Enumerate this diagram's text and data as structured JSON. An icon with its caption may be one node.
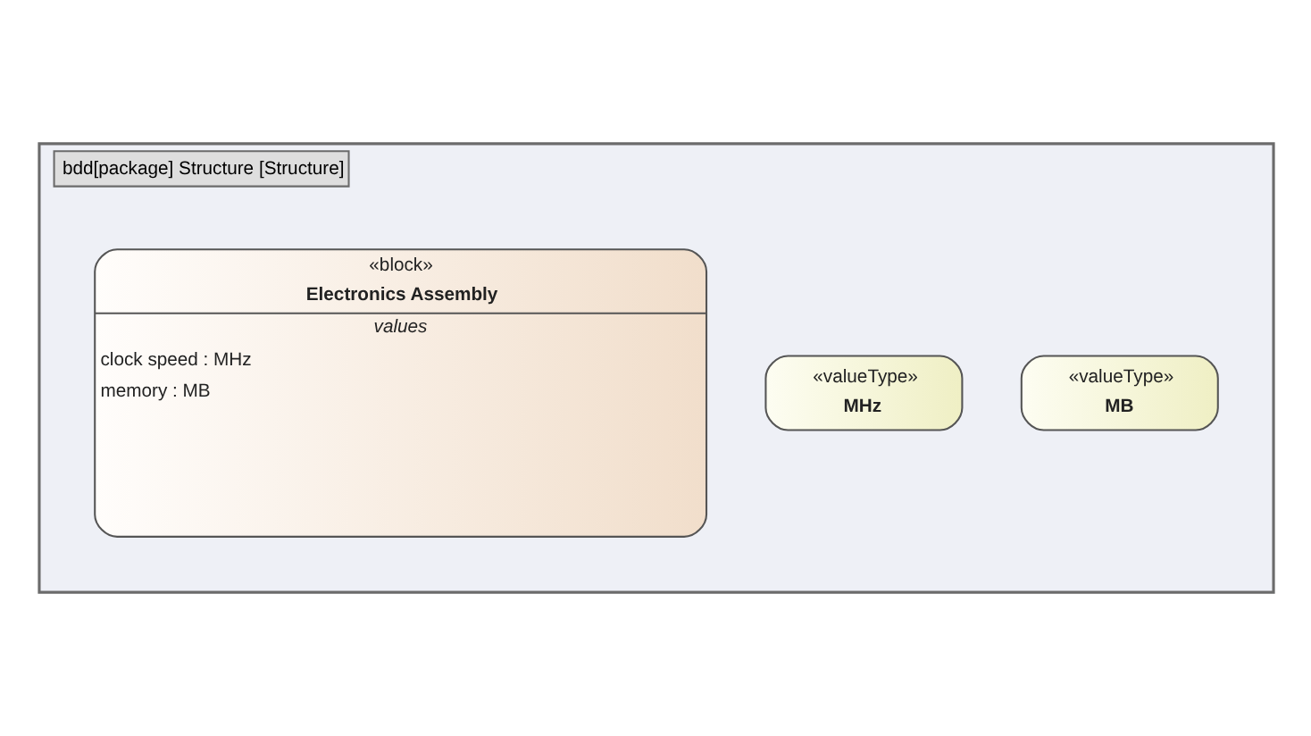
{
  "diagram": {
    "nodes": [
      {
        "text": [
          "bdd[package] Structure [Structure]"
        ]
      },
      {
        "text": [
          "«block»",
          "Electronics Assembly",
          "values",
          "clock speed : MHz",
          "memory : MB"
        ],
        "in": 0
      },
      {
        "text": [
          "«valueType»",
          "MHz"
        ],
        "in": 0
      },
      {
        "text": [
          "«valueType»",
          "MB"
        ],
        "in": 0
      }
    ]
  }
}
